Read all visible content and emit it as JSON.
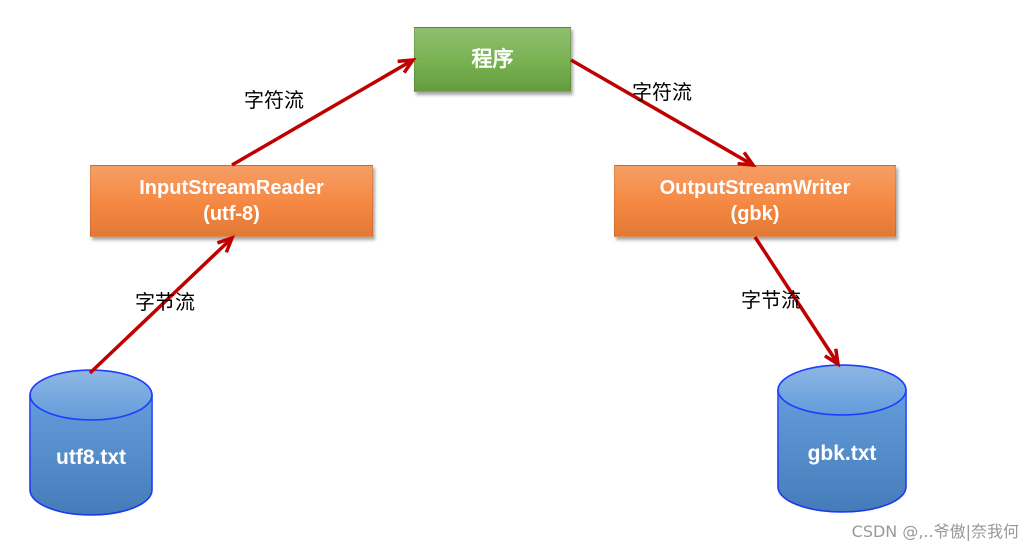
{
  "program": {
    "label": "程序"
  },
  "input_converter": {
    "class_name": "InputStreamReader",
    "charset": "(utf-8)"
  },
  "output_converter": {
    "class_name": "OutputStreamWriter",
    "charset": "(gbk)"
  },
  "source_file": {
    "name": "utf8.txt"
  },
  "target_file": {
    "name": "gbk.txt"
  },
  "flows": [
    {
      "label": "字节流"
    },
    {
      "label": "字符流"
    },
    {
      "label": "字符流"
    },
    {
      "label": "字节流"
    }
  ],
  "watermark": "CSDN @,..爷傲|奈我何",
  "colors": {
    "program_fill": "#70ad47",
    "converter_fill": "#f4833a",
    "file_fill": "#4f8fd6",
    "file_outline": "#1f3dff",
    "arrow": "#c00000",
    "box_text": "#ffffff",
    "label_text": "#000000",
    "watermark": "#999999"
  }
}
